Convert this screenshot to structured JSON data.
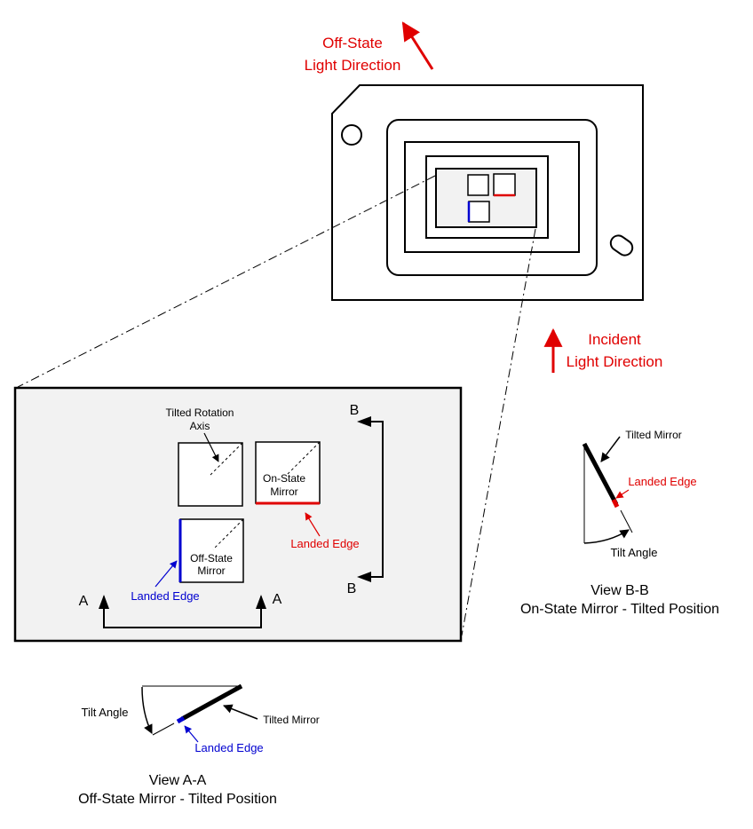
{
  "colors": {
    "red": "#e00000",
    "blue": "#0000d0",
    "panel": "#f2f2f2"
  },
  "chip": {
    "off_state_direction": [
      "Off-State",
      "Light Direction"
    ],
    "incident_direction": [
      "Incident",
      "Light Direction"
    ]
  },
  "detail": {
    "rotation_axis": [
      "Tilted Rotation",
      "Axis"
    ],
    "on_state_mirror": [
      "On-State",
      "Mirror"
    ],
    "off_state_mirror": [
      "Off-State",
      "Mirror"
    ],
    "landed_edge_red": "Landed Edge",
    "landed_edge_blue": "Landed Edge",
    "section_a": "A",
    "section_b": "B"
  },
  "view_bb": {
    "tilted_mirror": "Tilted Mirror",
    "landed_edge": "Landed Edge",
    "tilt_angle": "Tilt Angle",
    "caption": [
      "View  B-B",
      "On-State Mirror - Tilted Position"
    ]
  },
  "view_aa": {
    "tilt_angle": "Tilt Angle",
    "tilted_mirror": "Tilted Mirror",
    "landed_edge": "Landed Edge",
    "caption": [
      "View  A-A",
      "Off-State Mirror - Tilted Position"
    ]
  }
}
